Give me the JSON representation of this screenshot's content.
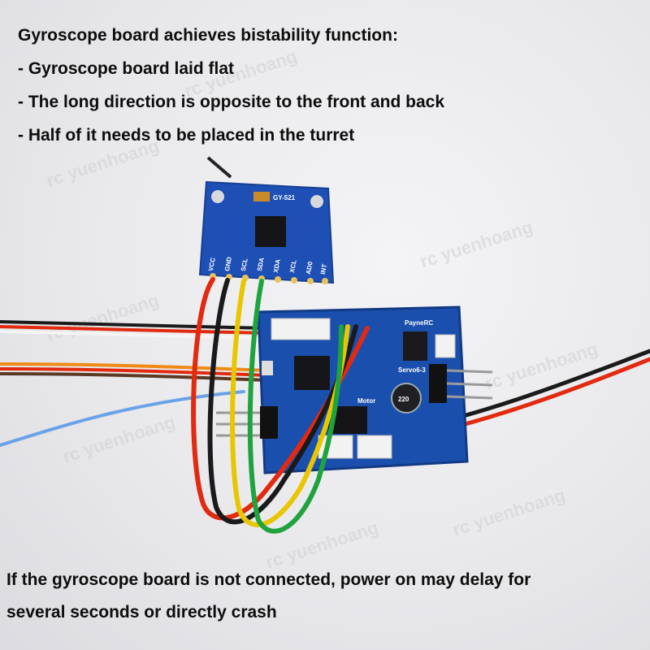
{
  "captions": {
    "heading": "Gyroscope board achieves bistability function:",
    "bullets": [
      "- Gyroscope board laid flat",
      "- The long direction is opposite to the front and back",
      "- Half of it needs to be placed in the turret"
    ],
    "footer": [
      "If the gyroscope board is not connected, power on may delay for",
      "several seconds or directly crash"
    ]
  },
  "gyro_board": {
    "model": "GY-521",
    "pins": [
      "VCC",
      "GND",
      "SCL",
      "SDA",
      "XDA",
      "XCL",
      "AD0",
      "INT"
    ],
    "color": "#1d4fb4"
  },
  "controller_board": {
    "brand": "PayneRC",
    "model": "Servo6-3",
    "motor_label": "Motor",
    "capacitor": "220",
    "color": "#1b4fae"
  },
  "watermark": "rc yuenhoang",
  "wire_colors": {
    "red": "#e12a10",
    "black": "#1a1a1a",
    "yellow": "#e8c600",
    "green": "#1fa33f",
    "white": "#f4f4f4",
    "orange": "#f08a16",
    "blue": "#6aa2e8"
  }
}
